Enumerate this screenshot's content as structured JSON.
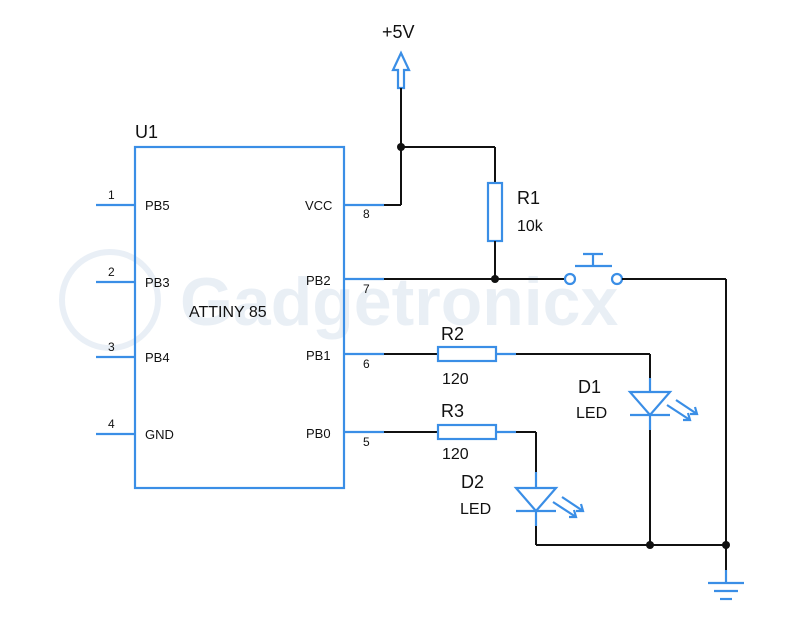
{
  "watermark": "Gadgetronicx",
  "supply": {
    "label": "+5V"
  },
  "ic": {
    "ref": "U1",
    "name": "ATTINY 85",
    "pins": [
      {
        "num": "1",
        "name": "PB5"
      },
      {
        "num": "2",
        "name": "PB3"
      },
      {
        "num": "3",
        "name": "PB4"
      },
      {
        "num": "4",
        "name": "GND"
      },
      {
        "num": "8",
        "name": "VCC"
      },
      {
        "num": "7",
        "name": "PB2"
      },
      {
        "num": "6",
        "name": "PB1"
      },
      {
        "num": "5",
        "name": "PB0"
      }
    ]
  },
  "components": {
    "r1": {
      "ref": "R1",
      "value": "10k"
    },
    "r2": {
      "ref": "R2",
      "value": "120"
    },
    "r3": {
      "ref": "R3",
      "value": "120"
    },
    "d1": {
      "ref": "D1",
      "value": "LED"
    },
    "d2": {
      "ref": "D2",
      "value": "LED"
    }
  },
  "colors": {
    "component": "#3a8ee6",
    "wire": "#111111",
    "watermark": "#9db8d6"
  }
}
